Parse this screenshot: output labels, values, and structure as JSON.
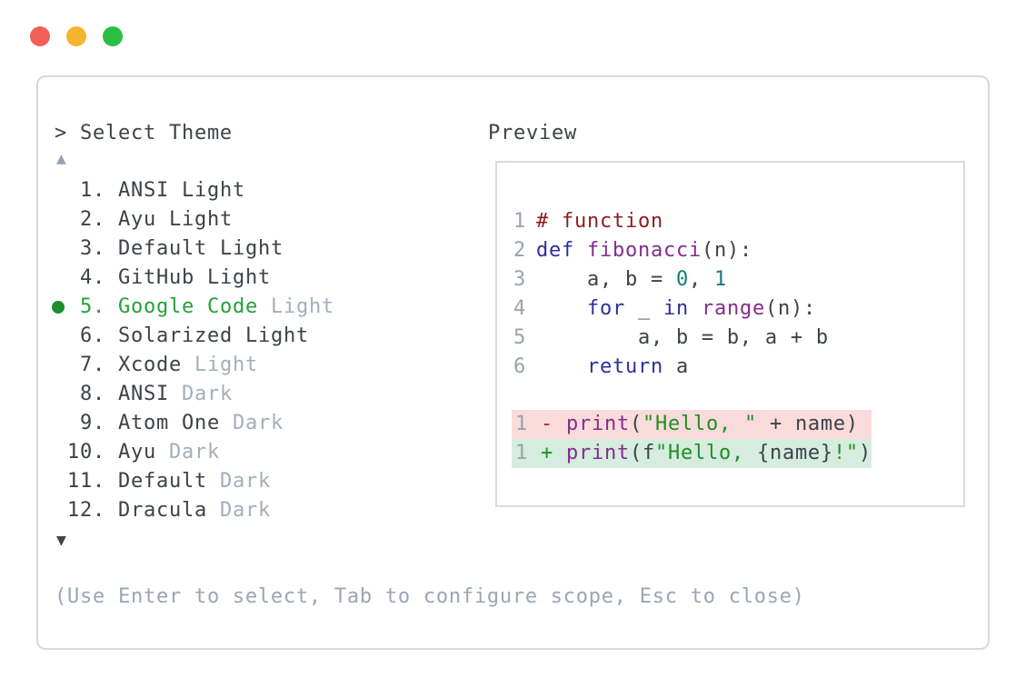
{
  "window": {
    "traffic_lights": [
      {
        "name": "close",
        "color": "#f15f5b"
      },
      {
        "name": "minimize",
        "color": "#f3b52f"
      },
      {
        "name": "maximize",
        "color": "#2bbe43"
      }
    ]
  },
  "picker": {
    "prompt": "> Select Theme",
    "scroll_up_symbol": "▲",
    "scroll_down_symbol": "▼",
    "hint": "(Use Enter to select, Tab to configure scope, Esc to close)",
    "items": [
      {
        "number": "1.",
        "name": "ANSI",
        "variant": "Light",
        "variant_muted": false,
        "selected": false
      },
      {
        "number": "2.",
        "name": "Ayu",
        "variant": "Light",
        "variant_muted": false,
        "selected": false
      },
      {
        "number": "3.",
        "name": "Default",
        "variant": "Light",
        "variant_muted": false,
        "selected": false
      },
      {
        "number": "4.",
        "name": "GitHub",
        "variant": "Light",
        "variant_muted": false,
        "selected": false
      },
      {
        "number": "5.",
        "name": "Google Code",
        "variant": "Light",
        "variant_muted": true,
        "selected": true
      },
      {
        "number": "6.",
        "name": "Solarized",
        "variant": "Light",
        "variant_muted": false,
        "selected": false
      },
      {
        "number": "7.",
        "name": "Xcode",
        "variant": "Light",
        "variant_muted": true,
        "selected": false
      },
      {
        "number": "8.",
        "name": "ANSI",
        "variant": "Dark",
        "variant_muted": true,
        "selected": false
      },
      {
        "number": "9.",
        "name": "Atom One",
        "variant": "Dark",
        "variant_muted": true,
        "selected": false
      },
      {
        "number": "10.",
        "name": "Ayu",
        "variant": "Dark",
        "variant_muted": true,
        "selected": false
      },
      {
        "number": "11.",
        "name": "Default",
        "variant": "Dark",
        "variant_muted": true,
        "selected": false
      },
      {
        "number": "12.",
        "name": "Dracula",
        "variant": "Dark",
        "variant_muted": true,
        "selected": false
      }
    ]
  },
  "preview": {
    "label": "Preview",
    "code_lines": [
      {
        "number": "1",
        "tokens": [
          {
            "c": "comment",
            "t": "# function"
          }
        ]
      },
      {
        "number": "2",
        "tokens": [
          {
            "c": "keyword",
            "t": "def"
          },
          {
            "c": "plain",
            "t": " "
          },
          {
            "c": "title",
            "t": "fibonacci"
          },
          {
            "c": "plain",
            "t": "(n):"
          }
        ]
      },
      {
        "number": "3",
        "tokens": [
          {
            "c": "plain",
            "t": "    a, b = "
          },
          {
            "c": "num",
            "t": "0"
          },
          {
            "c": "plain",
            "t": ", "
          },
          {
            "c": "num",
            "t": "1"
          }
        ]
      },
      {
        "number": "4",
        "tokens": [
          {
            "c": "plain",
            "t": "    "
          },
          {
            "c": "keyword",
            "t": "for"
          },
          {
            "c": "plain",
            "t": " _ "
          },
          {
            "c": "keyword",
            "t": "in"
          },
          {
            "c": "plain",
            "t": " "
          },
          {
            "c": "title",
            "t": "range"
          },
          {
            "c": "plain",
            "t": "(n):"
          }
        ]
      },
      {
        "number": "5",
        "tokens": [
          {
            "c": "plain",
            "t": "        a, b = b, a + b"
          }
        ]
      },
      {
        "number": "6",
        "tokens": [
          {
            "c": "plain",
            "t": "    "
          },
          {
            "c": "keyword",
            "t": "return"
          },
          {
            "c": "plain",
            "t": " a"
          }
        ]
      }
    ],
    "diff_lines": [
      {
        "kind": "removed",
        "tokens": [
          {
            "c": "ln",
            "t": "1 "
          },
          {
            "c": "del",
            "t": "- "
          },
          {
            "c": "title",
            "t": "print"
          },
          {
            "c": "plain",
            "t": "("
          },
          {
            "c": "string",
            "t": "\"Hello, \""
          },
          {
            "c": "plain",
            "t": " + name)"
          }
        ]
      },
      {
        "kind": "added",
        "tokens": [
          {
            "c": "ln",
            "t": "1 "
          },
          {
            "c": "add",
            "t": "+ "
          },
          {
            "c": "title",
            "t": "print"
          },
          {
            "c": "plain",
            "t": "(f"
          },
          {
            "c": "string",
            "t": "\"Hello, "
          },
          {
            "c": "plain",
            "t": "{name}"
          },
          {
            "c": "string",
            "t": "!\""
          },
          {
            "c": "plain",
            "t": ")"
          }
        ]
      }
    ]
  },
  "colors": {
    "text": "#3d4248",
    "muted": "#a4aebc",
    "hint": "#9aa6b6",
    "line_number": "#9aa2ae",
    "selected_green": "#23a038",
    "dot_green": "#1d8e2e",
    "scroll_up": "#97a3b4",
    "scroll_down": "#3f454c",
    "comment": "#8b1f1f",
    "keyword": "#2e2e9e",
    "title": "#842c8e",
    "num": "#157c7c",
    "string": "#1f9024",
    "del": "#a03030",
    "add": "#1f9024",
    "removed_bg": "#f9dbdb",
    "added_bg": "#d5ecdf",
    "panel_border": "#d6dade",
    "preview_border": "#d8dbe0"
  }
}
